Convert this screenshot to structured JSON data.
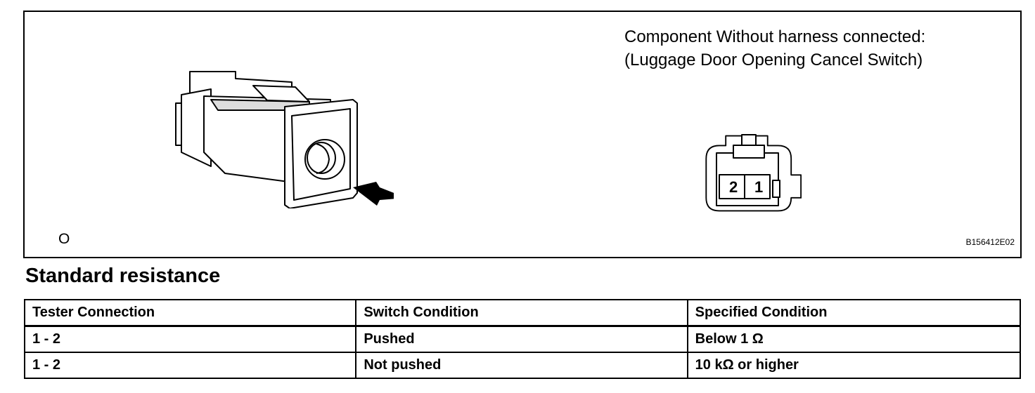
{
  "figure": {
    "caption_line1": "Component Without harness connected:",
    "caption_line2": "(Luggage Door Opening Cancel Switch)",
    "view_mark": "O",
    "figure_id": "B156412E02",
    "connector_pins": [
      "2",
      "1"
    ]
  },
  "section_title": "Standard resistance",
  "table": {
    "headers": [
      "Tester Connection",
      "Switch Condition",
      "Specified Condition"
    ],
    "rows": [
      [
        "1 - 2",
        "Pushed",
        "Below 1 Ω"
      ],
      [
        "1 - 2",
        "Not pushed",
        "10 kΩ or higher"
      ]
    ]
  }
}
